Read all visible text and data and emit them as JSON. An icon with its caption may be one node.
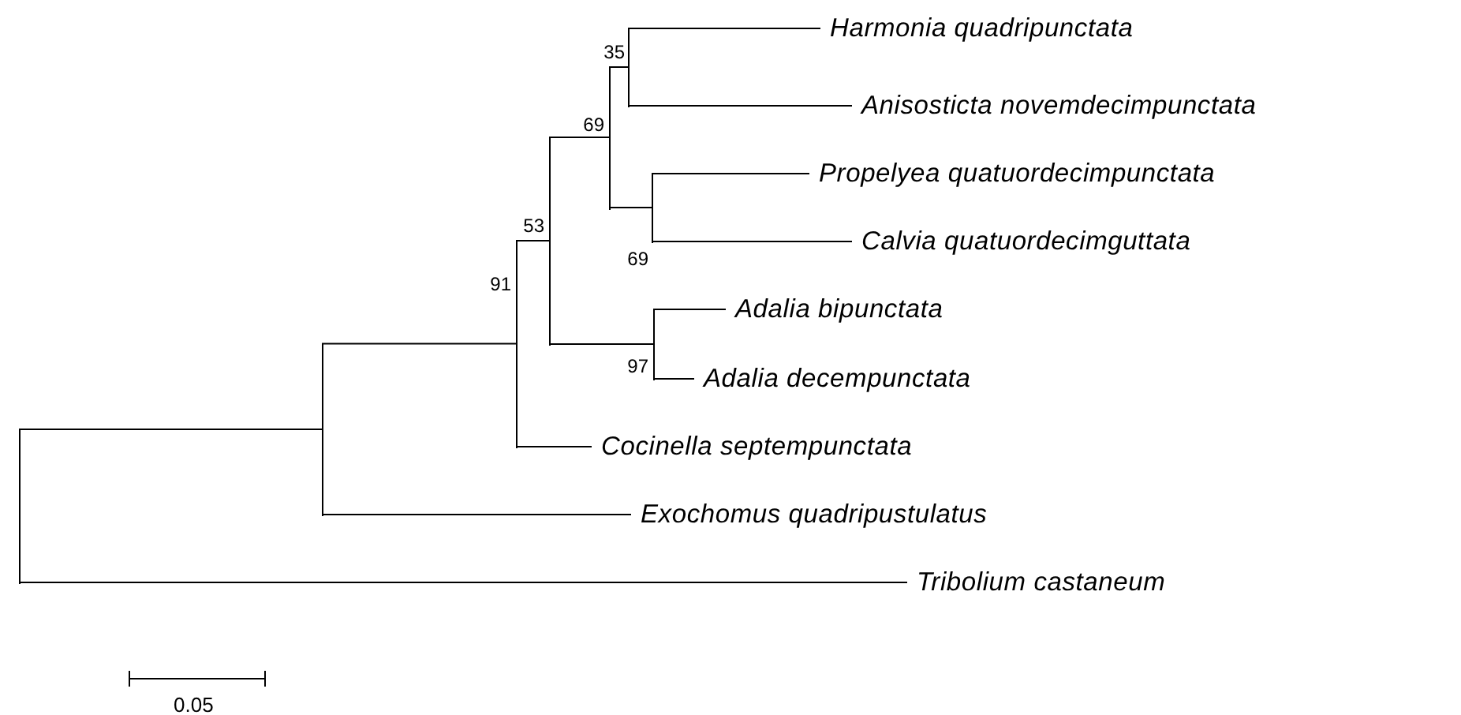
{
  "diagram": {
    "nodes": [
      {
        "text": [
          "Harmonia quadripunctata"
        ]
      },
      {
        "text": [
          "Anisosticta novemdecimpunctata"
        ]
      },
      {
        "text": [
          "Propelyea quatuordecimpunctata"
        ]
      },
      {
        "text": [
          "Calvia quatuordecimguttata"
        ]
      },
      {
        "text": [
          "Adalia bipunctata"
        ]
      },
      {
        "text": [
          "Adalia decempunctata"
        ]
      },
      {
        "text": [
          "Cocinella septempunctata"
        ]
      },
      {
        "text": [
          "Exochomus quadripustulatus"
        ]
      },
      {
        "text": [
          "Tribolium castaneum"
        ]
      },
      {
        "text": [],
        "shape": "bar"
      },
      {
        "text": [],
        "shape": "bar"
      },
      {
        "text": [],
        "shape": "bar",
        "beside": [
          "91"
        ]
      },
      {
        "text": [],
        "shape": "bar",
        "beside": [
          "53"
        ]
      },
      {
        "text": [],
        "shape": "bar",
        "beside": [
          "69"
        ]
      },
      {
        "text": [],
        "shape": "bar",
        "beside": [
          "35"
        ]
      },
      {
        "text": [],
        "shape": "bar",
        "beside": [
          "69"
        ]
      },
      {
        "text": [],
        "shape": "bar",
        "beside": [
          "97"
        ]
      }
    ],
    "edges": [
      {
        "from": 9,
        "to": 10,
        "arrow": "none"
      },
      {
        "from": 9,
        "to": 8,
        "arrow": "none"
      },
      {
        "from": 10,
        "to": 11,
        "arrow": "none"
      },
      {
        "from": 10,
        "to": 7,
        "arrow": "none"
      },
      {
        "from": 11,
        "to": 12,
        "arrow": "none"
      },
      {
        "from": 11,
        "to": 6,
        "arrow": "none"
      },
      {
        "from": 12,
        "to": 13,
        "arrow": "none"
      },
      {
        "from": 12,
        "to": 16,
        "arrow": "none"
      },
      {
        "from": 13,
        "to": 14,
        "arrow": "none"
      },
      {
        "from": 13,
        "to": 15,
        "arrow": "none"
      },
      {
        "from": 14,
        "to": 0,
        "arrow": "none"
      },
      {
        "from": 14,
        "to": 1,
        "arrow": "none"
      },
      {
        "from": 15,
        "to": 2,
        "arrow": "none"
      },
      {
        "from": 15,
        "to": 3,
        "arrow": "none"
      },
      {
        "from": 16,
        "to": 4,
        "arrow": "none"
      },
      {
        "from": 16,
        "to": 5,
        "arrow": "none"
      }
    ],
    "labels": [
      "0.05"
    ]
  }
}
